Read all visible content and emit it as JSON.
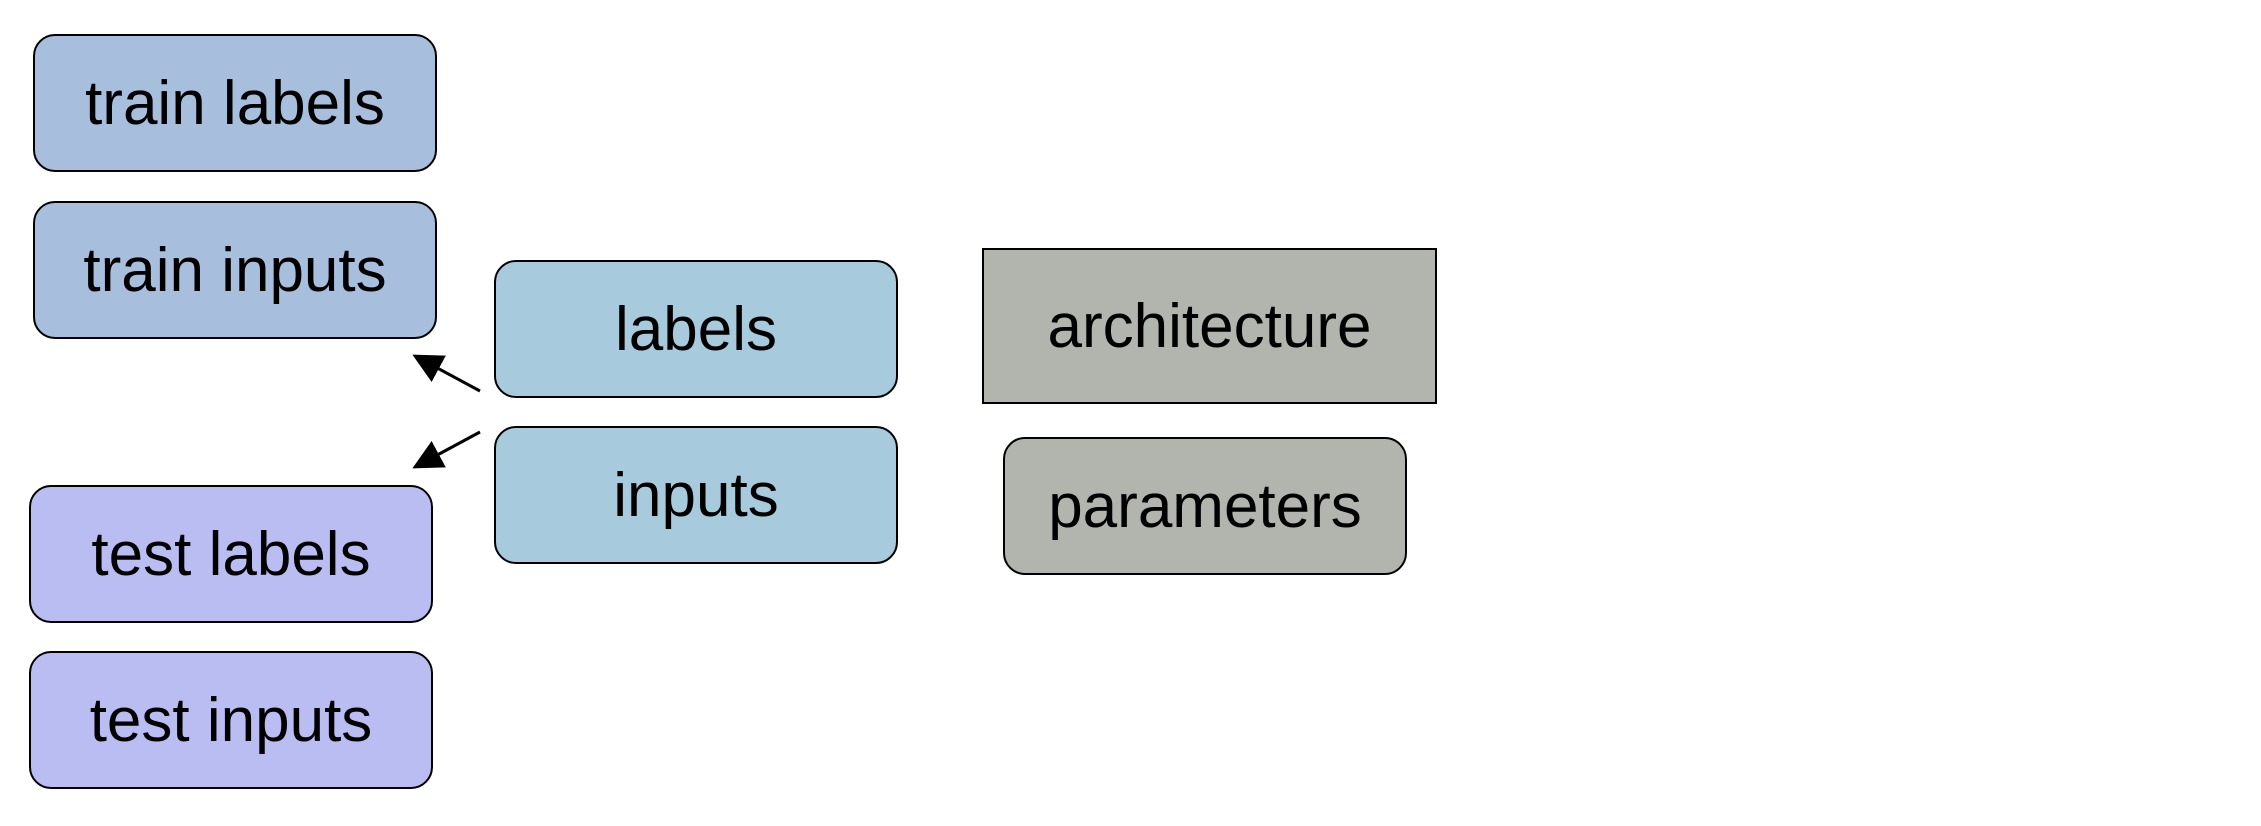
{
  "colors": {
    "train": "#a7bedd",
    "current": "#a7cadd",
    "model": "#b2b4ae",
    "test": "#b9bdf2",
    "border": "#000000",
    "text": "#000000"
  },
  "nodes": {
    "train_labels": "train labels",
    "train_inputs": "train inputs",
    "labels": "labels",
    "inputs": "inputs",
    "architecture": "architecture",
    "parameters": "parameters",
    "test_labels": "test labels",
    "test_inputs": "test inputs"
  },
  "edges": [
    {
      "from": "labels/inputs",
      "to": "train",
      "style": "arrow"
    },
    {
      "from": "labels/inputs",
      "to": "test",
      "style": "arrow"
    }
  ]
}
